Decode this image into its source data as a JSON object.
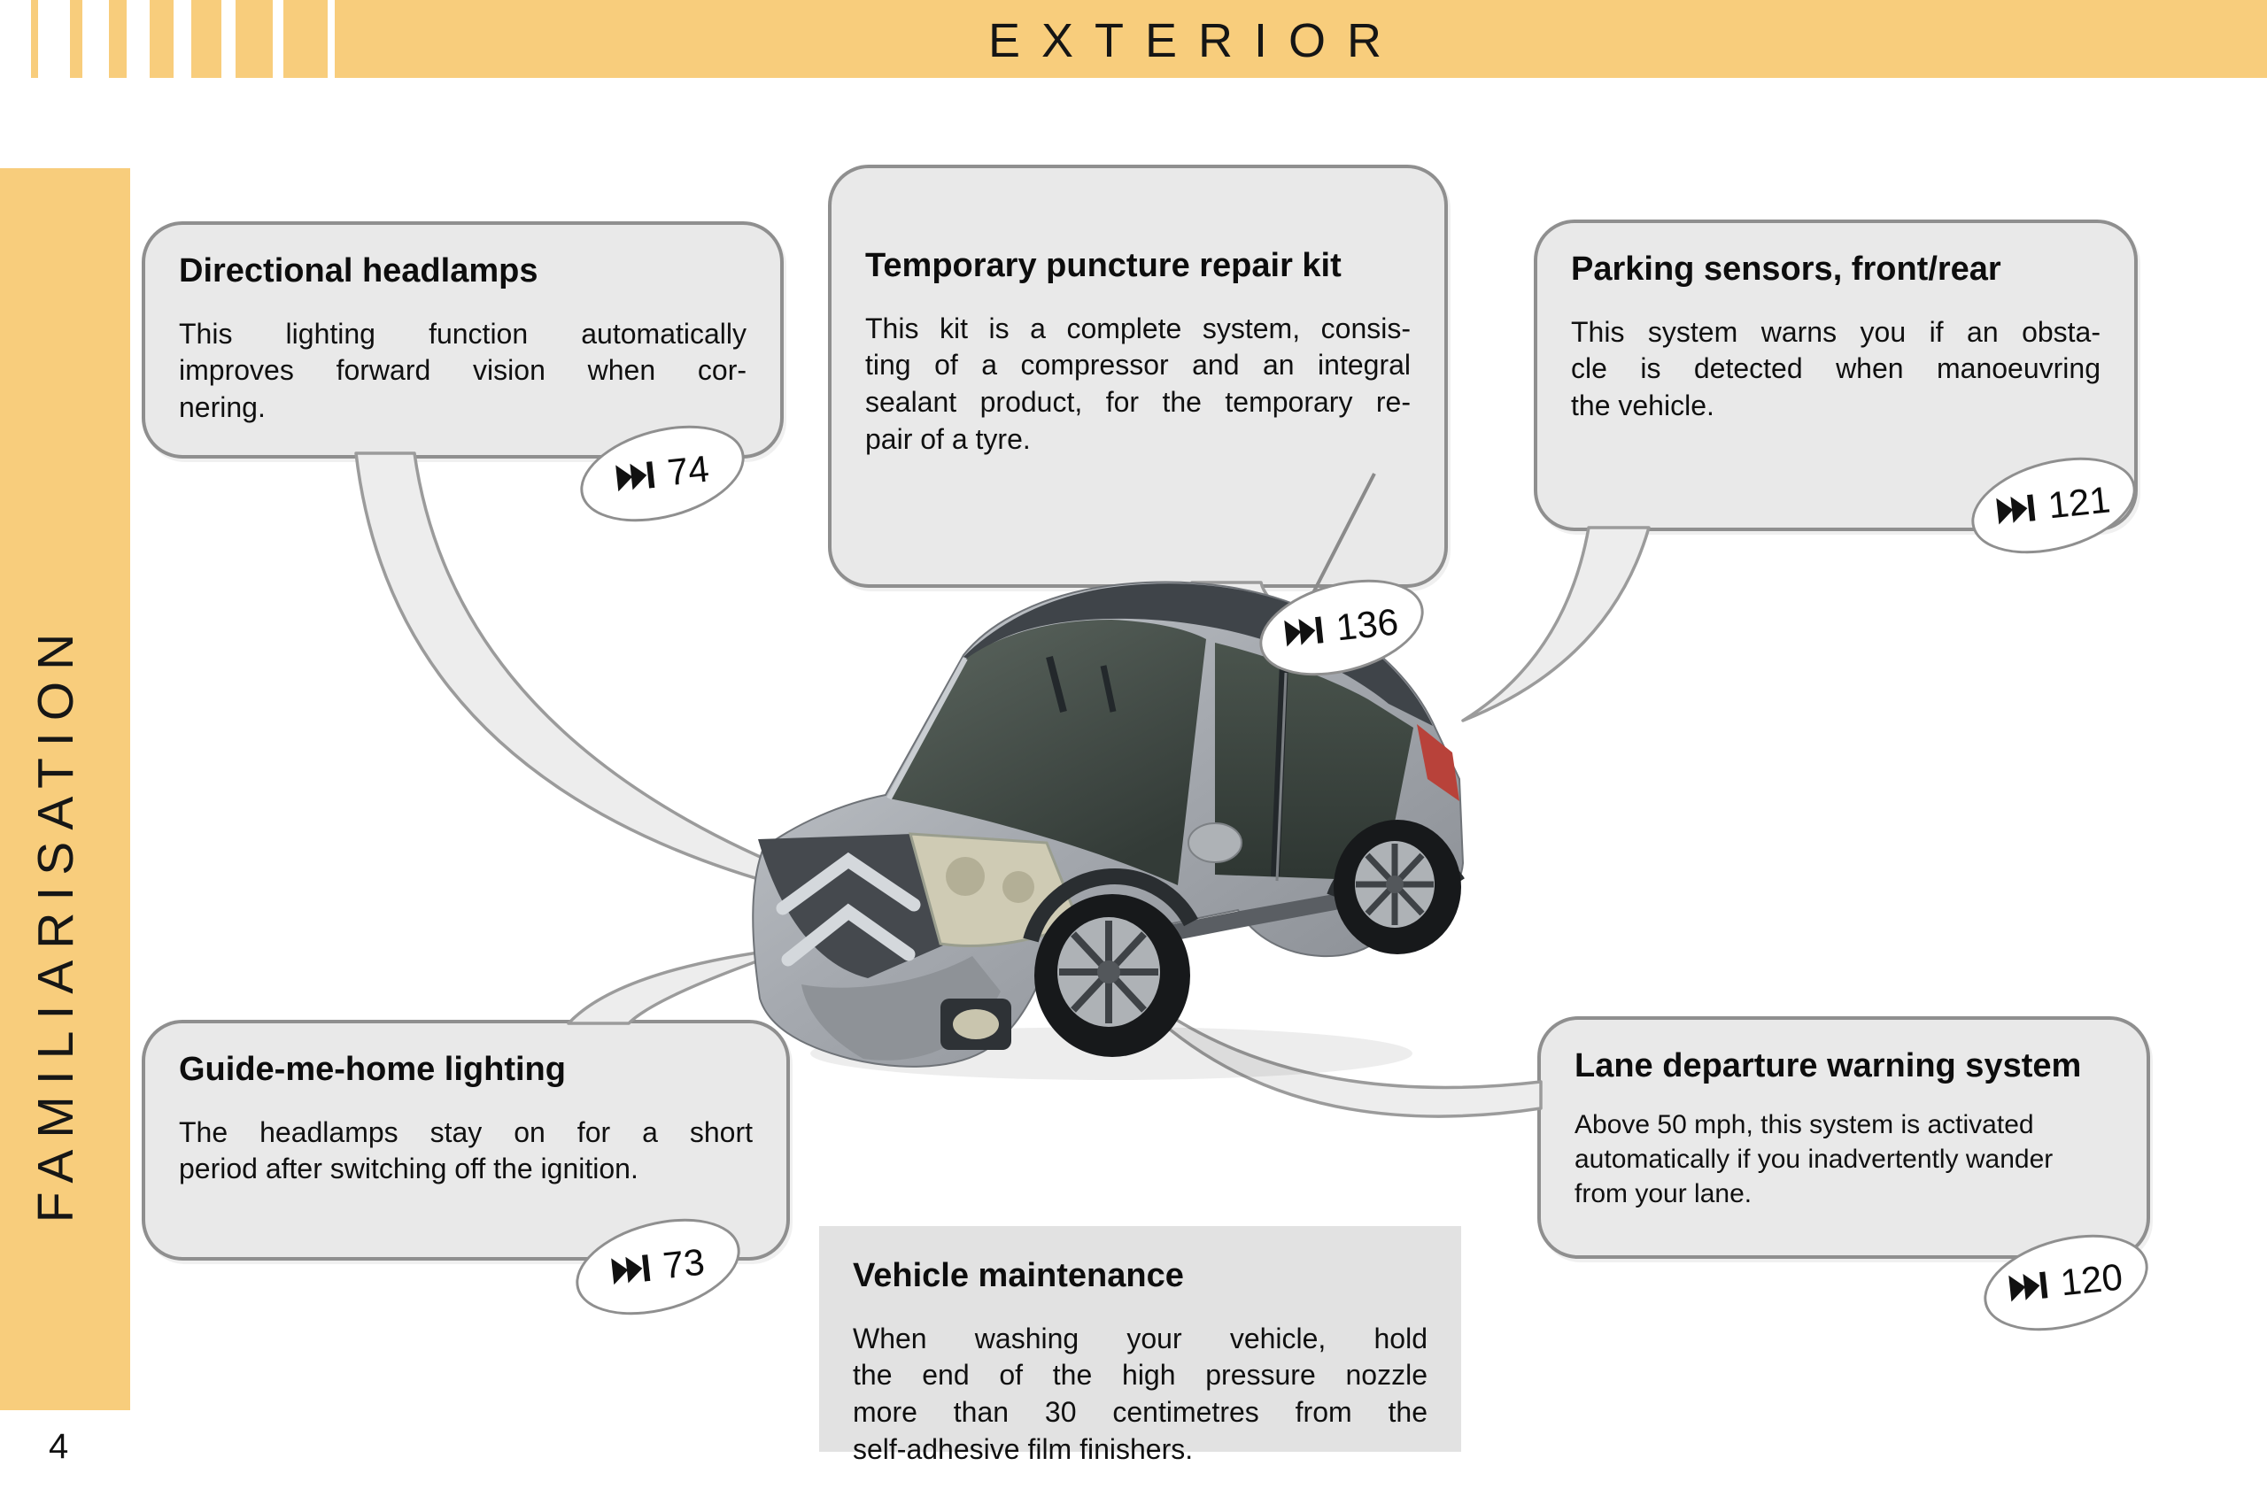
{
  "page": {
    "header_title": "EXTERIOR",
    "sidebar_label": "FAMILIARISATION",
    "page_number": "4"
  },
  "colors": {
    "accent_yellow": "#F8CD7C",
    "box_fill": "#E9E9E9",
    "plain_box_fill": "#E2E2E2",
    "box_border": "#8F8F8F",
    "text": "#111111",
    "tail_light_red": "#B8423A"
  },
  "badge_icon": "skip-forward",
  "callouts": [
    {
      "id": "directional-headlamps",
      "title": "Directional headlamps",
      "body_lines": [
        "This lighting function automatically",
        "improves forward vision when cor-",
        "nering."
      ],
      "page_ref": "74"
    },
    {
      "id": "temporary-puncture-repair-kit",
      "title": "Temporary puncture repair kit",
      "body_lines": [
        "This kit is a complete system, consis-",
        "ting of a compressor and an integral",
        "sealant product, for the temporary re-",
        "pair of a tyre."
      ],
      "page_ref": "136"
    },
    {
      "id": "parking-sensors",
      "title": "Parking sensors, front/rear",
      "body_lines": [
        "This system warns you if an obsta-",
        "cle is detected when manoeuvring",
        "the vehicle."
      ],
      "page_ref": "121"
    },
    {
      "id": "guide-me-home-lighting",
      "title": "Guide-me-home lighting",
      "body_lines": [
        "The headlamps stay on for a short",
        "period after switching off the ignition."
      ],
      "page_ref": "73"
    },
    {
      "id": "lane-departure-warning-system",
      "title": "Lane departure warning system",
      "body_lines": [
        "Above 50 mph, this system is activated",
        "automatically if you inadvertently wander",
        "from your lane."
      ],
      "page_ref": "120"
    },
    {
      "id": "vehicle-maintenance",
      "title": "Vehicle maintenance",
      "body_lines": [
        "When washing your vehicle, hold",
        "the end of the high pressure nozzle",
        "more than 30 centimetres from the",
        "self-adhesive film finishers."
      ],
      "page_ref": ""
    }
  ]
}
